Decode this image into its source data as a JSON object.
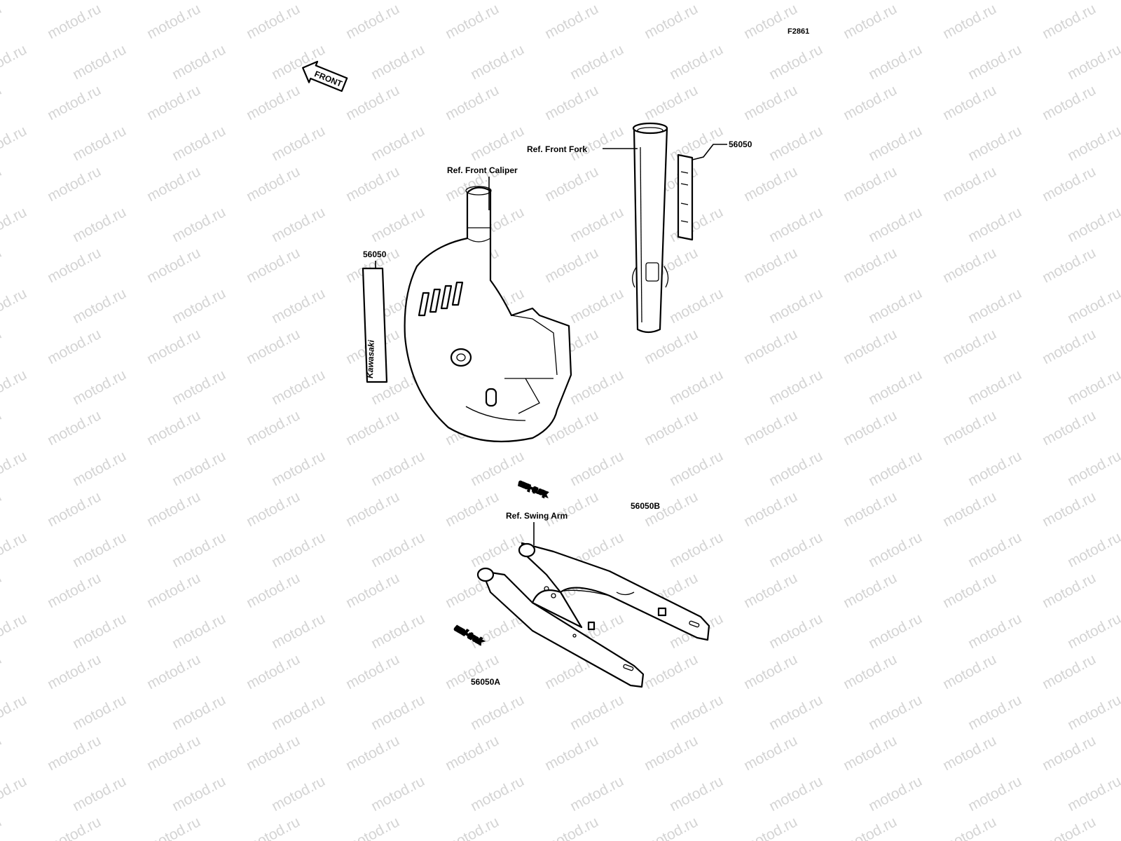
{
  "figure_id": "F2861",
  "watermark_text": "motod.ru",
  "front_arrow_label": "FRONT",
  "callouts": {
    "front_fork_ref": "Ref. Front Fork",
    "front_caliper_ref": "Ref. Front Caliper",
    "swing_arm_ref": "Ref. Swing Arm",
    "fork_decal_part": "56050",
    "cover_decal_part": "56050",
    "uni_trak_upper_part": "56050B",
    "uni_trak_lower_part": "56050A"
  },
  "decals": {
    "cover_decal_text": "Kawasaki",
    "uni_trak_text": "uni-trak"
  }
}
